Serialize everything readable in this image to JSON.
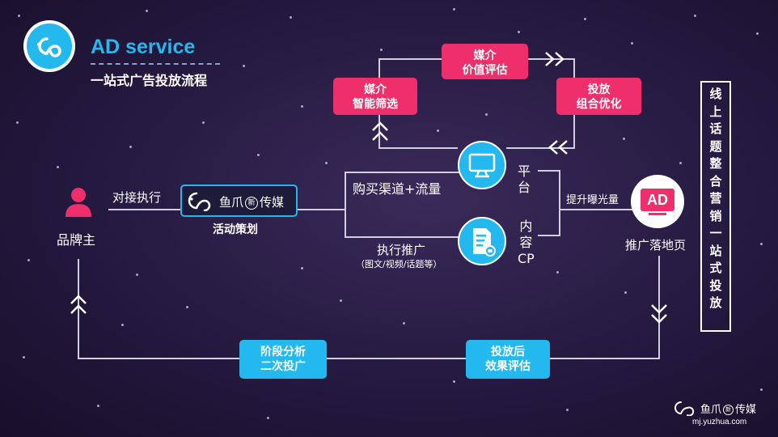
{
  "header": {
    "title": "AD service",
    "subtitle": "一站式广告投放流程"
  },
  "cycle": {
    "top": [
      "媒介",
      "价值评估"
    ],
    "left": [
      "媒介",
      "智能筛选"
    ],
    "right": [
      "投放",
      "组合优化"
    ]
  },
  "brand": {
    "label": "品牌主"
  },
  "dock_label": "对接执行",
  "company": {
    "name": "鱼爪",
    "name_suffix": "传媒",
    "badge": "新",
    "caption": "活动策划"
  },
  "channels": {
    "buy_label": "购买渠道+流量",
    "exec_label": "执行推广",
    "exec_sub": "（图文/视频/话题等）",
    "platform": [
      "平",
      "台"
    ],
    "content": [
      "内",
      "容",
      "CP"
    ]
  },
  "boost_label": "提升曝光量",
  "landing": {
    "icon_text": "AD",
    "label": "推广落地页"
  },
  "bottom": {
    "analysis": [
      "阶段分析",
      "二次投广"
    ],
    "evaluation": [
      "投放后",
      "效果评估"
    ]
  },
  "vertical_text": [
    "线",
    "上",
    "话",
    "题",
    "整",
    "合",
    "营",
    "销",
    "一",
    "站",
    "式",
    "投",
    "放"
  ],
  "footer": {
    "brand": "鱼爪",
    "brand_suffix": "传媒",
    "url": "mj.yuzhua.com"
  },
  "colors": {
    "pink": "#ee2f6b",
    "blue": "#23b9ee",
    "background": "#24193f"
  }
}
